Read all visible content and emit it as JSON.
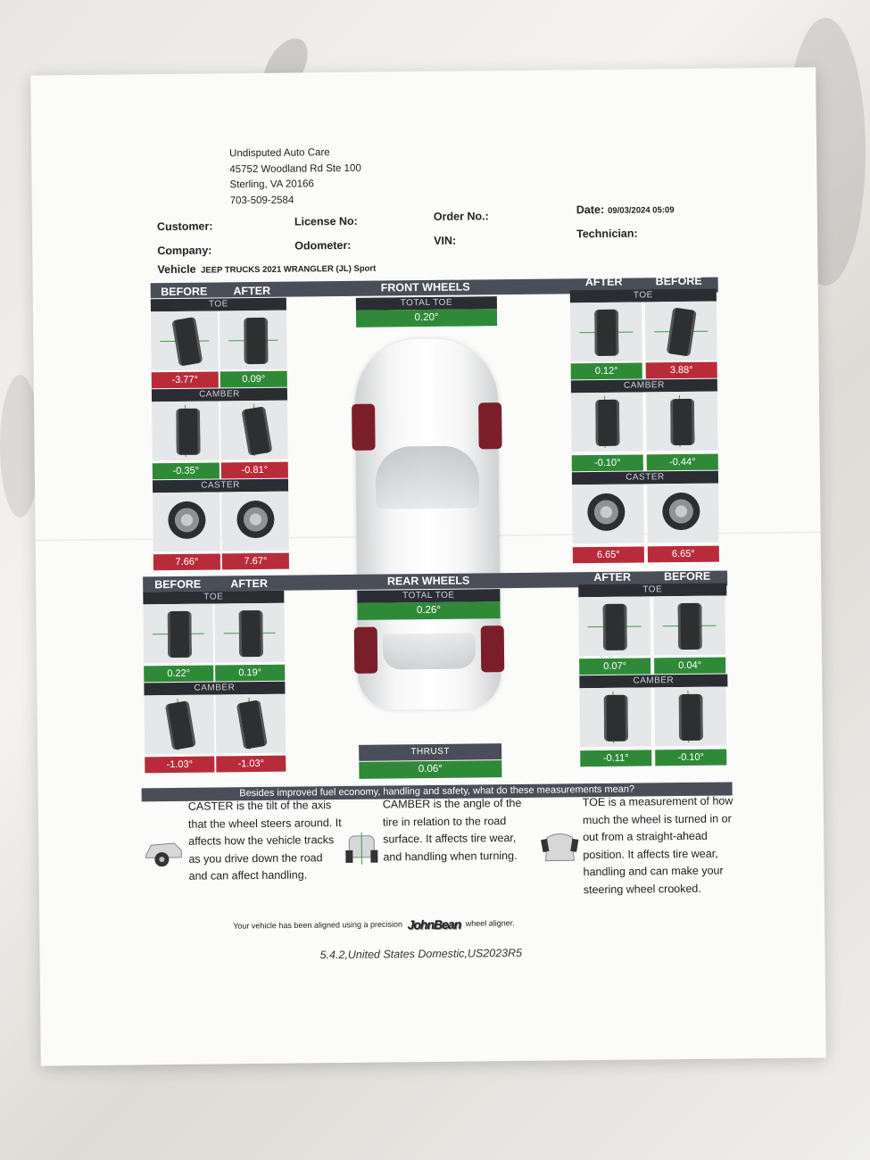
{
  "shop": {
    "name": "Undisputed Auto Care",
    "address1": "45752 Woodland Rd Ste 100",
    "address2": "Sterling, VA 20166",
    "phone": "703-509-2584"
  },
  "fields": {
    "customer": "Customer:",
    "company": "Company:",
    "license": "License No:",
    "odometer": "Odometer:",
    "order": "Order No.:",
    "vin": "VIN:",
    "date_label": "Date:",
    "date_value": "09/03/2024 05:09",
    "technician": "Technician:",
    "vehicle_label": "Vehicle",
    "vehicle_value": "JEEP TRUCKS 2021 WRANGLER (JL) Sport"
  },
  "labels": {
    "before": "BEFORE",
    "after": "AFTER",
    "toe": "TOE",
    "camber": "CAMBER",
    "caster": "CASTER",
    "front_wheels": "FRONT WHEELS",
    "rear_wheels": "REAR WHEELS",
    "total_toe": "TOTAL TOE",
    "thrust": "THRUST"
  },
  "front": {
    "total_toe": "0.20°",
    "left": {
      "toe_before": "-3.77°",
      "toe_after": "0.09°",
      "camber_before": "-0.35°",
      "camber_after": "-0.81°",
      "caster_before": "7.66°",
      "caster_after": "7.67°"
    },
    "right": {
      "toe_after": "0.12°",
      "toe_before": "3.88°",
      "camber_after": "-0.10°",
      "camber_before": "-0.44°",
      "caster_after": "6.65°",
      "caster_before": "6.65°"
    }
  },
  "rear": {
    "total_toe": "0.26°",
    "thrust": "0.06°",
    "left": {
      "toe_before": "0.22°",
      "toe_after": "0.19°",
      "camber_before": "-1.03°",
      "camber_after": "-1.03°"
    },
    "right": {
      "toe_after": "0.07°",
      "toe_before": "0.04°",
      "camber_after": "-0.11°",
      "camber_before": "-0.10°"
    }
  },
  "explain": {
    "banner": "Besides improved fuel economy, handling and safety, what do these measurements mean?",
    "caster": "CASTER is the tilt of the axis that the wheel steers around. It affects how the vehicle tracks as you drive down the road and can affect handling.",
    "camber": "CAMBER is the angle of the tire in relation to the road surface. It affects tire wear, and handling when turning.",
    "toe": "TOE is a measurement of how much the wheel is turned in or out from a straight-ahead position. It affects tire wear, handling and can make your steering wheel crooked."
  },
  "footer": {
    "pre": "Your vehicle has been aligned using a precision",
    "brand": "JohnBean",
    "post": "wheel aligner.",
    "version": "5.4.2,United States Domestic,US2023R5"
  },
  "colors": {
    "good": "#2f8a38",
    "bad": "#b82c3a",
    "header": "#4a4e58"
  }
}
